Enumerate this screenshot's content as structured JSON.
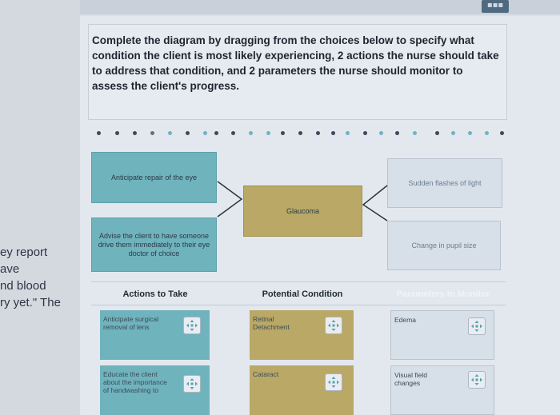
{
  "background_text": {
    "line1": "ey report",
    "line2": "ave",
    "line3": "nd blood",
    "line4": "ry yet.\" The"
  },
  "instructions": "Complete the diagram by dragging from the choices below to specify what condition the client is most likely experiencing, 2 actions the nurse should take to address that condition, and 2 parameters the nurse should monitor to assess the client's progress.",
  "diagram": {
    "action_slot_1": "Anticipate repair of the eye",
    "action_slot_2": "Advise the client to have someone drive them immediately to their eye doctor of choice",
    "condition_slot": "Glaucoma",
    "parameter_slot_1": "Sudden flashes of light",
    "parameter_slot_2": "Change in pupil size"
  },
  "columns": {
    "actions_header": "Actions to Take",
    "condition_header": "Potential Condition",
    "parameters_header": "Parameters to Monitor"
  },
  "choices": {
    "actions": [
      "Anticipate surgical removal of lens",
      "Educate the client about the importance of handwashing to"
    ],
    "conditions": [
      "Retinal Detachment",
      "Cataract"
    ],
    "parameters": [
      "Edema",
      "Visual field changes"
    ]
  },
  "colors": {
    "action_teal": "#6fb3bd",
    "condition_tan": "#b9a866"
  }
}
